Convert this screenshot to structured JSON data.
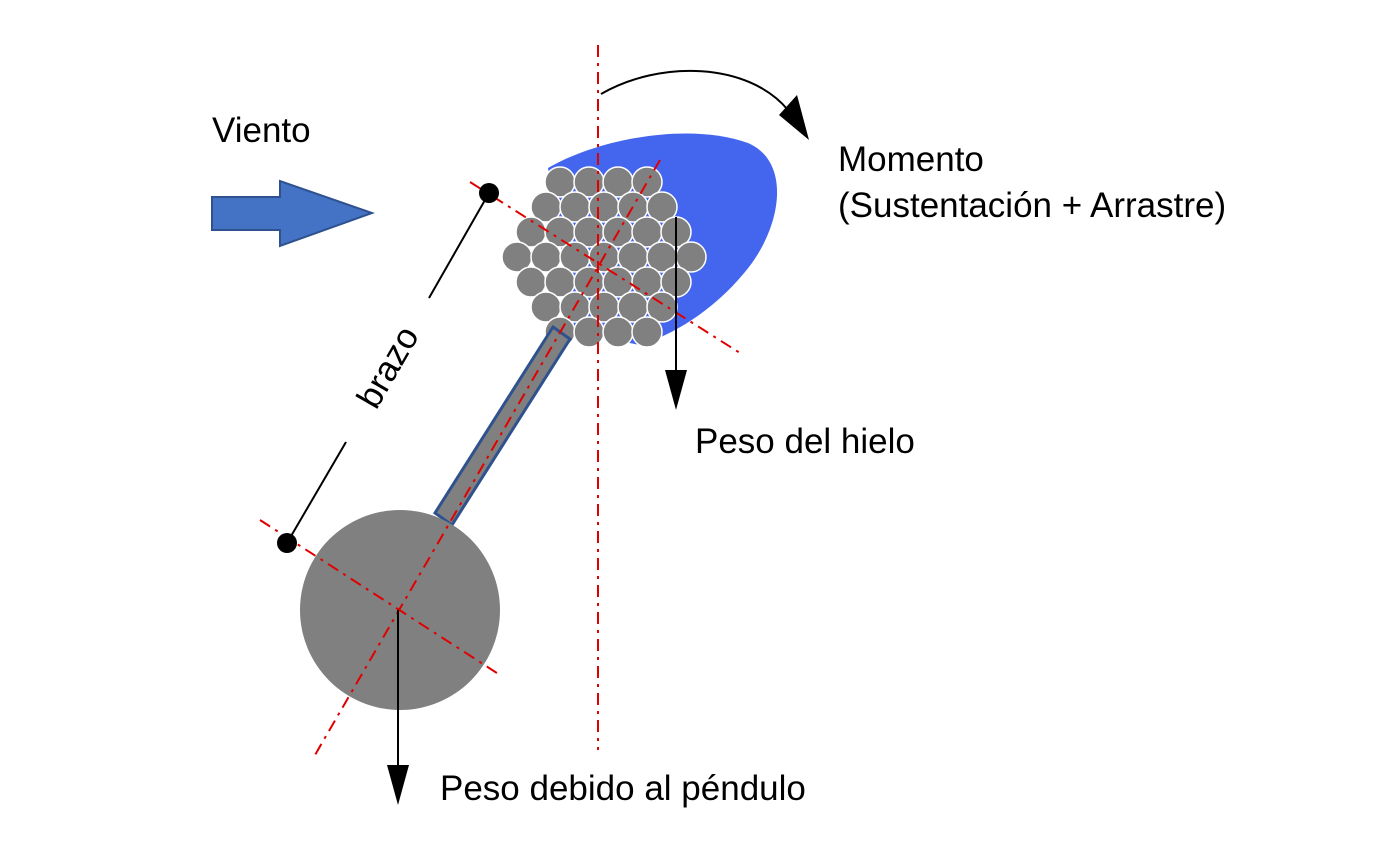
{
  "labels": {
    "wind": "Viento",
    "moment_line1": "Momento",
    "moment_line2": "(Sustentación + Arrastre)",
    "arm": "brazo",
    "ice_weight": "Peso del hielo",
    "pendulum_weight": "Peso debido al péndulo"
  },
  "colors": {
    "ice": "#4466ee",
    "conductor": "#808080",
    "wind_arrow": "#4472c4",
    "wind_arrow_stroke": "#2f528f",
    "axis_lines": "#e00000",
    "arrows": "#000000"
  }
}
